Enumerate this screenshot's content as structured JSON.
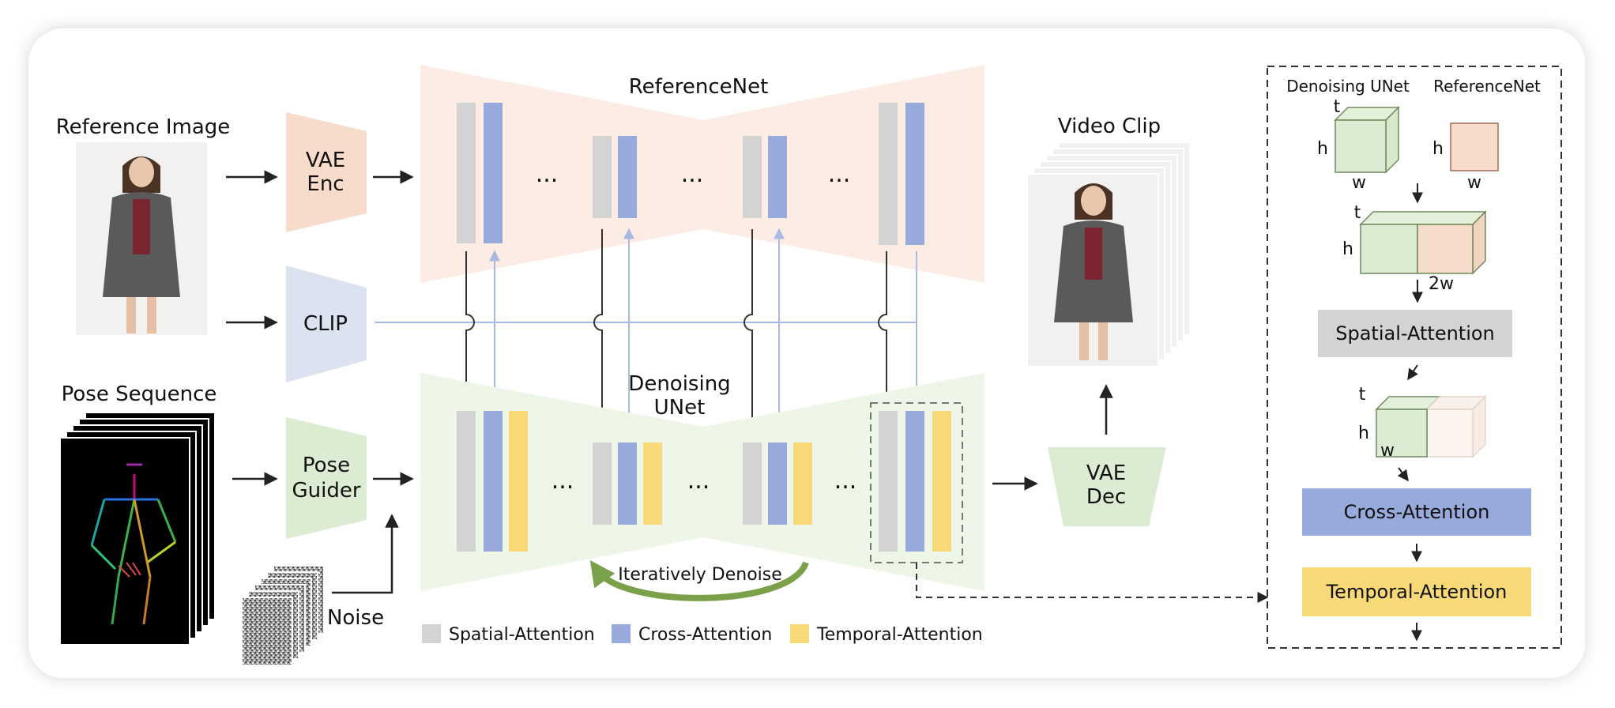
{
  "inputs": {
    "reference_image": "Reference Image",
    "pose_sequence": "Pose Sequence",
    "noise": "Noise"
  },
  "modules": {
    "vae_enc": [
      "VAE",
      "Enc"
    ],
    "clip": "CLIP",
    "pose_guider": [
      "Pose",
      "Guider"
    ],
    "vae_dec": [
      "VAE",
      "Dec"
    ]
  },
  "networks": {
    "referencenet": "ReferenceNet",
    "denoising_unet": [
      "Denoising",
      "UNet"
    ],
    "ellipsis": "...",
    "loop_label": "Iteratively Denoise"
  },
  "output": {
    "video_clip": "Video Clip"
  },
  "legend": {
    "spatial": "Spatial-Attention",
    "cross": "Cross-Attention",
    "temporal": "Temporal-Attention"
  },
  "detail": {
    "col_denoising": "Denoising UNet",
    "col_reference": "ReferenceNet",
    "dim_t": "t",
    "dim_h": "h",
    "dim_w": "w",
    "dim_2w": "2w",
    "spatial": "Spatial-Attention",
    "cross": "Cross-Attention",
    "temporal": "Temporal-Attention"
  },
  "colors": {
    "spatial": "#d3d3d3",
    "cross": "#98aadb",
    "temporal": "#f8d978",
    "referencenet_bg": "#fdece3",
    "unet_bg": "#eef6e8",
    "vae_enc": "#f7dccb",
    "clip": "#dbe3f1",
    "pose_guider": "#dcecd2",
    "vae_dec": "#dcecd2",
    "arrow_dark": "#333333",
    "arrow_light": "#a8b9e2",
    "loop_arrow": "#7aa14a"
  }
}
